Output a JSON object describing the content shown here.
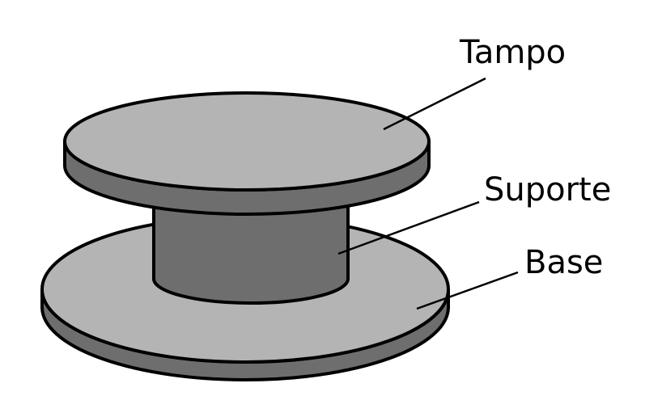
{
  "labels": {
    "tampo": "Tampo",
    "suporte": "Suporte",
    "base": "Base"
  },
  "colors": {
    "light_face": "#b4b4b4",
    "dark_side": "#6e6e6e",
    "outline": "#000000",
    "background": "#ffffff"
  }
}
